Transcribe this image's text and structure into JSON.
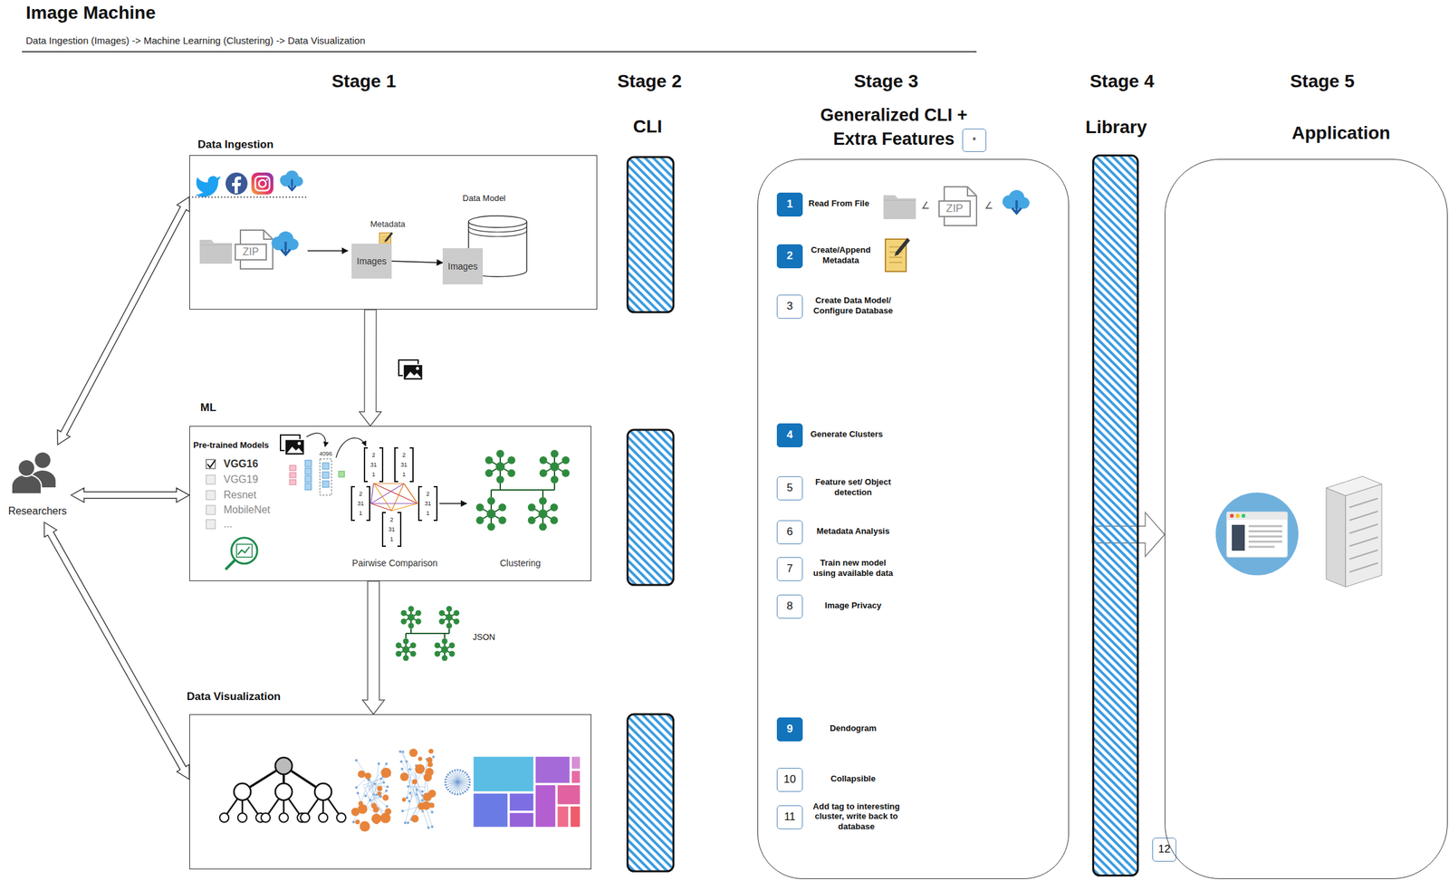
{
  "diagram": {
    "title": "Image Machine",
    "nodes": [
      {
        "text": [
          "Researchers"
        ]
      },
      {
        "text": [
          "Data Ingestion"
        ]
      },
      {
        "text": [
          "Images"
        ],
        "in": 1
      },
      {
        "text": [
          "Data Model"
        ],
        "in": 1
      },
      {
        "text": [
          "Images"
        ],
        "in": 3
      },
      {
        "text": [
          "ML"
        ]
      },
      {
        "text": [
          "Data Visualization"
        ]
      },
      {
        "text": [
          "Generalized CLI + Extra Features"
        ]
      },
      {
        "text": [
          "*"
        ]
      },
      {
        "text": [
          "1"
        ],
        "in": 7
      },
      {
        "text": [
          "2"
        ],
        "in": 7
      },
      {
        "text": [
          "3"
        ],
        "in": 7
      },
      {
        "text": [
          "4"
        ],
        "in": 7
      },
      {
        "text": [
          "5"
        ],
        "in": 7
      },
      {
        "text": [
          "6"
        ],
        "in": 7
      },
      {
        "text": [
          "7"
        ],
        "in": 7
      },
      {
        "text": [
          "8"
        ],
        "in": 7
      },
      {
        "text": [
          "9"
        ],
        "in": 7
      },
      {
        "text": [
          "10"
        ],
        "in": 7
      },
      {
        "text": [
          "11"
        ],
        "in": 7
      },
      {
        "text": [
          "Library"
        ]
      },
      {
        "text": [
          "12"
        ]
      },
      {
        "text": [
          "Application"
        ]
      }
    ],
    "edges": [
      {
        "from": 0,
        "to": 1,
        "arrow": "both"
      },
      {
        "from": 0,
        "to": 5,
        "arrow": "both"
      },
      {
        "from": 0,
        "to": 6,
        "arrow": "both"
      },
      {
        "from": 2,
        "to": 4,
        "arrow": "to"
      },
      {
        "from": 1,
        "to": 5,
        "arrow": "to"
      },
      {
        "from": 5,
        "to": 6,
        "arrow": "to",
        "label": "JSON"
      },
      {
        "from": 20,
        "to": 22,
        "arrow": "to"
      }
    ],
    "labels": [
      "Data Ingestion (Images) -> Machine Learning (Clustering) -> Data Visualization",
      "Stage 1",
      "Stage 2",
      "CLI",
      "Stage 3",
      "Stage 4",
      "Stage 5",
      "ZIP",
      "Metadata",
      "Pre-trained Models",
      "VGG16",
      "VGG19",
      "Resnet",
      "MobileNet",
      "...",
      "4096",
      "2",
      "31",
      "1",
      "2",
      "31",
      "1",
      "2",
      "31",
      "1",
      "2",
      "31",
      "1",
      "2",
      "31",
      "1",
      "Pairwise Comparison",
      "Clustering",
      "Read From File",
      "∠",
      "ZIP",
      "∠",
      "Create/Append Metadata",
      "Create Data Model/ Configure Database",
      "Generate Clusters",
      "Feature set/ Object detection",
      "Metadata Analysis",
      "Train new model using available data",
      "Image Privacy",
      "Dendogram",
      "Collapsible",
      "Add tag to interesting cluster, write back to database"
    ]
  }
}
